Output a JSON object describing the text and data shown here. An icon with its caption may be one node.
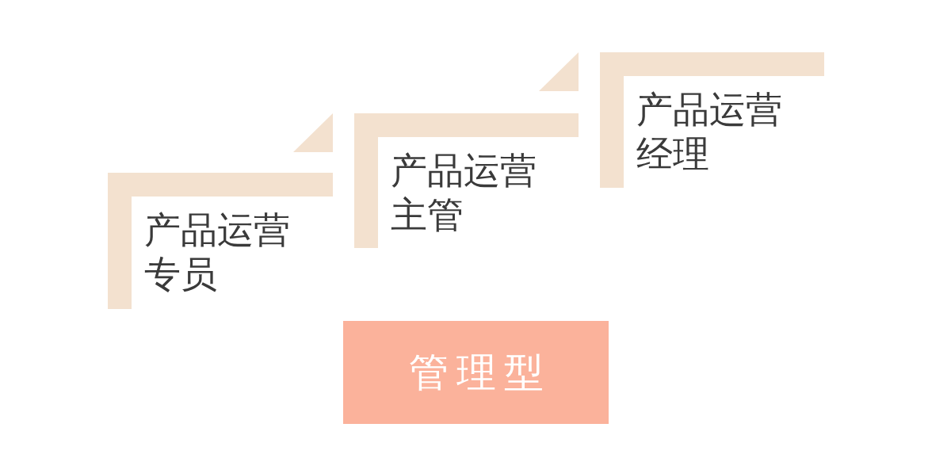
{
  "diagram": {
    "nodes": [
      {
        "text": [
          "产品运营专员"
        ]
      },
      {
        "text": [
          "产品运营主管"
        ]
      },
      {
        "text": [
          "产品运营经理"
        ]
      },
      {
        "text": [
          "管理型"
        ]
      }
    ]
  }
}
